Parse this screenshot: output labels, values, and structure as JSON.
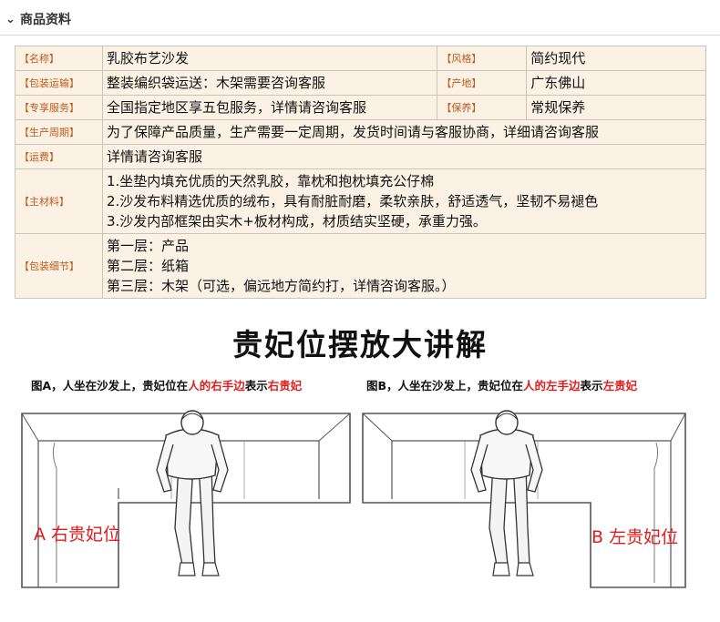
{
  "header": {
    "title": "商品资料"
  },
  "info": {
    "name_label": "【名称】",
    "name": "乳胶布艺沙发",
    "style_label": "【风格】",
    "style": "简约现代",
    "shipping_label": "【包装运输】",
    "shipping": "整装编织袋运送：木架需要咨询客服",
    "origin_label": "【产地】",
    "origin": "广东佛山",
    "service_label": "【专享服务】",
    "service": "全国指定地区享五包服务，详情请咨询客服",
    "care_label": "【保养】",
    "care": "常规保养",
    "cycle_label": "【生产周期】",
    "cycle": "为了保障产品质量，生产需要一定周期，发货时间请与客服协商，详细请咨询客服",
    "freight_label": "【运费】",
    "freight": "详情请咨询客服",
    "material_label": "【主材料】",
    "materials": [
      "1.坐垫内填充优质的天然乳胶，靠枕和抱枕填充公仔棉",
      "2.沙发布料精选优质的绒布，具有耐脏耐磨，柔软亲肤，舒适透气，坚韧不易褪色",
      "3.沙发内部框架由实木+板材构成，材质结实坚硬，承重力强。"
    ],
    "pack_label": "【包装细节】",
    "pack": [
      "第一层：产品",
      "第二层：纸箱",
      "第三层：木架（可选，偏远地方简约打，详情咨询客服。）"
    ]
  },
  "guide": {
    "title": "贵妃位摆放大讲解",
    "a_caption_1": "图A，人坐在沙发上，贵妃位在",
    "a_caption_red_1": "人的右手边",
    "a_caption_2": "表示",
    "a_caption_red_2": "右贵妃",
    "b_caption_1": "图B，人坐在沙发上，贵妃位在",
    "b_caption_red_1": "人的左手边",
    "b_caption_2": "表示",
    "b_caption_red_2": "左贵妃",
    "a_label": "A 右贵妃位",
    "b_label": "B 左贵妃位"
  }
}
